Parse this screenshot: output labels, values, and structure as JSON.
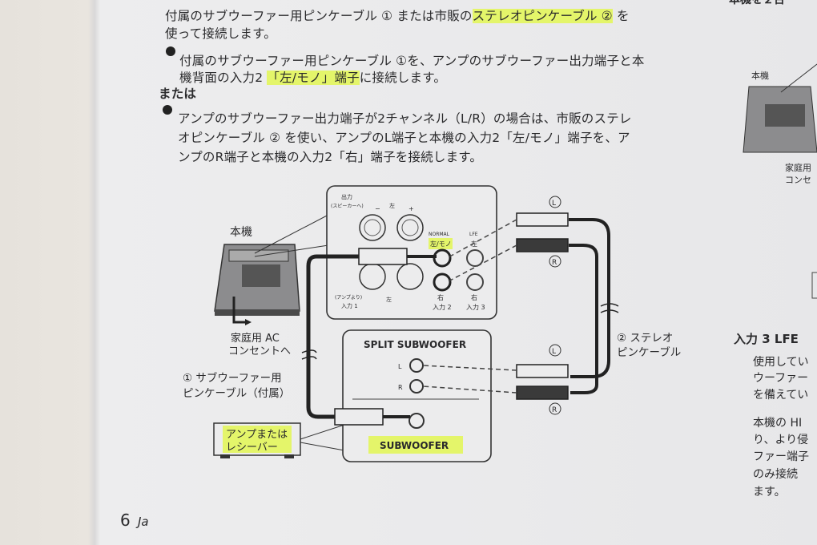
{
  "main": {
    "para1_line1_a": "付属のサブウーファー用ピンケーブル ① または市販の",
    "para1_line1_hl": "ステレオピンケーブル ②",
    "para1_line1_b": " を",
    "para1_line2": "使って接続します。",
    "bullet1_line1": "付属のサブウーファー用ピンケーブル ①を、アンプのサブウーファー出力端子と本",
    "bullet1_line2_a": "機背面の入力2 ",
    "bullet1_line2_hl": "「左/モノ」端子",
    "bullet1_line2_b": "に接続します。",
    "or_heading": "または",
    "bullet2_line1": "アンプのサブウーファー出力端子が2チャンネル（L/R）の場合は、市販のステレ",
    "bullet2_line2": "オピンケーブル ② を使い、アンプのL端子と本機の入力2「左/モノ」端子を、ア",
    "bullet2_line3": "ンプのR端子と本機の入力2「右」端子を接続します。"
  },
  "diagram": {
    "unit_label": "本機",
    "ac_line1": "家庭用 AC",
    "ac_line2": "コンセントへ",
    "cable1_line1": "① サブウーファー用",
    "cable1_line2": "ピンケーブル（付属）",
    "amp_line1": "アンプまたは",
    "amp_line2": "レシーバー",
    "cable2_line1": "② ステレオ",
    "cable2_line2": "ピンケーブル",
    "panel_output": "出力",
    "panel_speaker": "(スピーカーへ)",
    "panel_left": "左",
    "panel_minus": "−",
    "panel_plus": "+",
    "panel_normal": "NORMAL",
    "panel_lfe": "LFE",
    "panel_left_mono": "左/モノ",
    "panel_right": "右",
    "panel_input2": "入力 2",
    "panel_input3": "入力 3",
    "panel_left2": "左",
    "panel_from_amp": "(アンプより)",
    "panel_input1": "入力 1",
    "panel_left3": "左",
    "split_subwoofer": "SPLIT SUBWOOFER",
    "subwoofer": "SUBWOOFER",
    "l_mark": "L",
    "r_mark": "R"
  },
  "right_column": {
    "top_heading": "本機を２台",
    "unit_label": "本機",
    "ac_line1": "家庭用",
    "ac_line2": "コンセ",
    "section_heading": "入力 3 LFE",
    "lines": [
      "使用してい",
      "ウーファー",
      "を備えてい",
      "本機の HI",
      "り、より侵",
      "ファー端子",
      "のみ接続",
      "ます。"
    ]
  },
  "footer": {
    "page_number": "6",
    "lang": "Ja"
  },
  "colors": {
    "highlight": "#e4f56a",
    "ink": "#2a2a2c",
    "paper": "#ececed"
  }
}
